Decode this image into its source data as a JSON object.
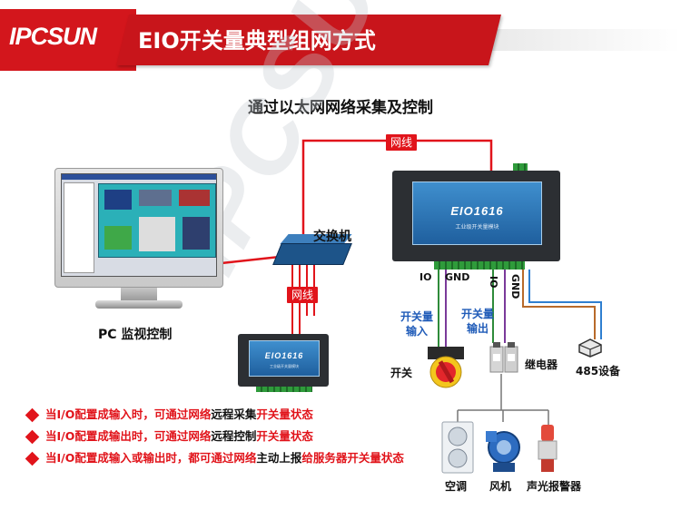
{
  "header": {
    "brand": "IPCSUN",
    "title": "EIO开关量典型组网方式"
  },
  "subtitle": "通过以太网网络采集及控制",
  "watermark": "IPCSUN",
  "labels": {
    "cable_top": "网线",
    "cable_mid": "网线",
    "switch": "交换机",
    "pc": "PC 监视控制",
    "pin_io_1": "IO",
    "pin_gnd_1": "GND",
    "pin_io_2": "IO",
    "pin_gnd_2": "GND",
    "input_line1": "开关量",
    "input_line2": "输入",
    "output_line1": "开关量",
    "output_line2": "输出",
    "switch_device": "开关",
    "relay": "继电器",
    "rs485": "485设备",
    "air_conditioner": "空调",
    "fan": "风机",
    "alarm": "声光报警器"
  },
  "devices": {
    "eio_model": "EIO1616",
    "eio_subtitle": "工业级开关量模块"
  },
  "notes": [
    {
      "parts": [
        {
          "text": "当I/O配置成输入时，可通过网络",
          "style": "red"
        },
        {
          "text": "远程采集",
          "style": "black"
        },
        {
          "text": "开关量状态",
          "style": "red"
        }
      ]
    },
    {
      "parts": [
        {
          "text": "当I/O配置成输出时，可通过网络",
          "style": "red"
        },
        {
          "text": "远程控制",
          "style": "black"
        },
        {
          "text": "开关量状态",
          "style": "red"
        }
      ]
    },
    {
      "parts": [
        {
          "text": "当I/O配置成输入或输出时，都可通过网络",
          "style": "red"
        },
        {
          "text": "主动上报",
          "style": "black"
        },
        {
          "text": "给服务器开关量状态",
          "style": "red"
        }
      ]
    }
  ],
  "colors": {
    "brand_red": "#d3161c",
    "cable_red": "#e1141b",
    "device_blue": "#1f5f9e",
    "label_blue": "#1f5bb8",
    "io_line_green": "#2e8b3a",
    "gnd_line_purple": "#7a3a9a",
    "rs485_orange": "#b86a2a",
    "rs485_blue": "#2f7fd0"
  }
}
